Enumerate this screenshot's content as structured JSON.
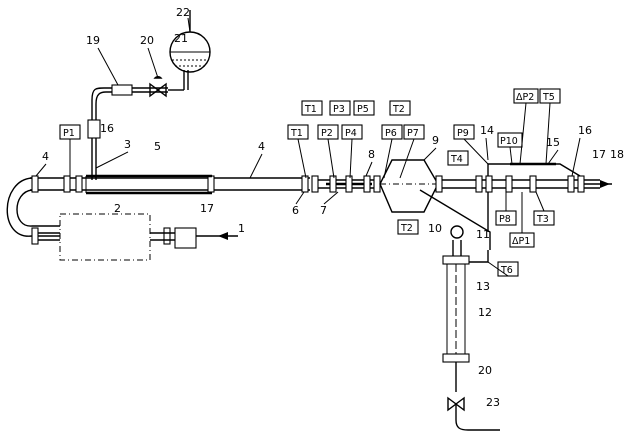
{
  "labels": {
    "n1": "1",
    "n2": "2",
    "n3": "3",
    "n4a": "4",
    "n4b": "4",
    "n5": "5",
    "n6": "6",
    "n7": "7",
    "n8": "8",
    "n9": "9",
    "n10": "10",
    "n11": "11",
    "n12": "12",
    "n13": "13",
    "n14": "14",
    "n15": "15",
    "n16a": "16",
    "n16b": "16",
    "n17a": "17",
    "n17b": "17",
    "n18": "18",
    "n19": "19",
    "n20a": "20",
    "n20b": "20",
    "n21": "21",
    "n22": "22",
    "n23": "23"
  },
  "tags": {
    "p1": "P1",
    "t1a": "T1",
    "t1b": "T1",
    "p2": "P2",
    "p3": "P3",
    "p4": "P4",
    "p5": "P5",
    "t2a": "T2",
    "p6": "P6",
    "p7": "P7",
    "t4": "T4",
    "t2b": "T2",
    "p9": "P9",
    "p10": "P10",
    "dp2": "ΔP2",
    "t5": "T5",
    "p8": "P8",
    "t3": "T3",
    "dp1": "ΔP1",
    "t6": "T6"
  }
}
